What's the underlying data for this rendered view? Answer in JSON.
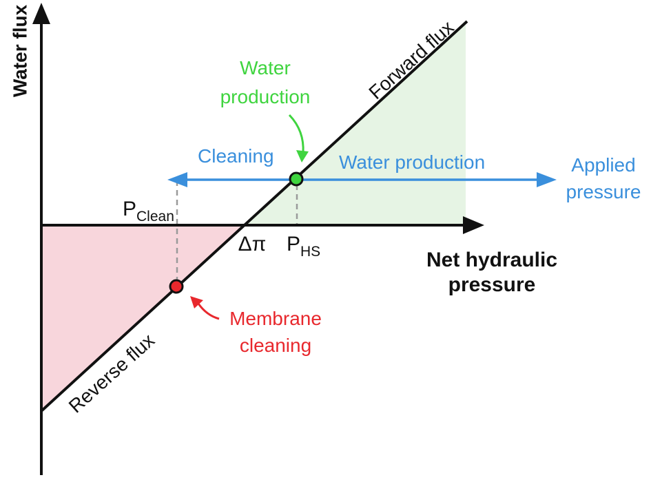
{
  "axes": {
    "y_label": "Water flux",
    "x_label_line1": "Net hydraulic",
    "x_label_line2": "pressure"
  },
  "lines": {
    "forward": "Forward flux",
    "reverse": "Reverse flux"
  },
  "ticks": {
    "osmotic": "Δπ",
    "p_clean_main": "P",
    "p_clean_sub": "Clean",
    "p_hs_main": "P",
    "p_hs_sub": "HS"
  },
  "labels": {
    "cleaning": "Cleaning",
    "water_production_arrow": "Water production",
    "applied_line1": "Applied",
    "applied_line2": "pressure",
    "water_production_callout_line1": "Water",
    "water_production_callout_line2": "production",
    "membrane_cleaning_line1": "Membrane",
    "membrane_cleaning_line2": "cleaning"
  },
  "colors": {
    "blue": "#3a8fdc",
    "green": "#3fd43f",
    "red": "#e8282d",
    "forward_fill": "#e6f4e4",
    "reverse_fill": "#f8d6dc",
    "dashed": "#9a9a9a"
  }
}
